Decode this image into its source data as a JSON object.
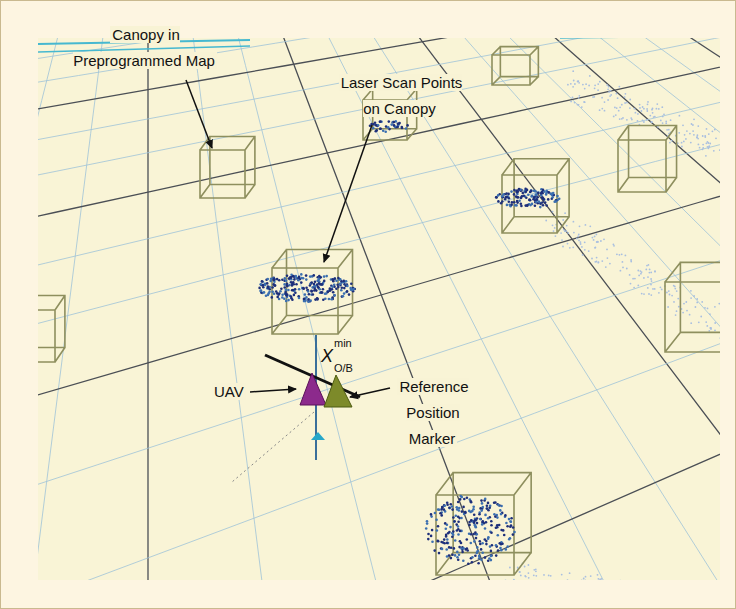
{
  "diagram": {
    "labels": [
      "Canopy in Preprogrammed Map",
      "Laser Scan Points on Canopy",
      "X",
      "min",
      "O/B",
      "UAV",
      "Reference Position Marker"
    ]
  }
}
